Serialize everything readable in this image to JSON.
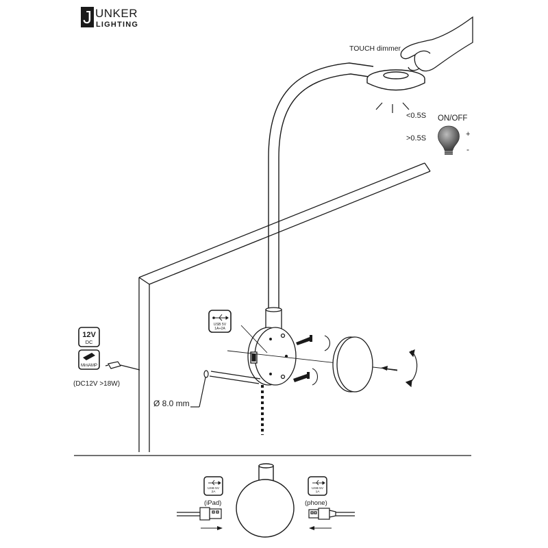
{
  "brand": {
    "letter": "J",
    "name_rest": "UNKER",
    "sub": "LIGHTING"
  },
  "dimmer": {
    "label": "TOUCH dimmer",
    "short_press": "<0.5S",
    "long_press": ">0.5S",
    "onoff": "ON/OFF",
    "plus": "+",
    "minus": "-"
  },
  "power": {
    "voltage": "12V",
    "current_type": "DC",
    "connector": "MiniAMP",
    "requirement": "(DC12V >18W)"
  },
  "drill": {
    "diameter": "Ø 8.0 mm"
  },
  "usb_main": {
    "line1": "USB 5V",
    "line2": "1A+2A"
  },
  "usb_left": {
    "line1": "USB 5V",
    "line2": "2A",
    "device": "(iPad)"
  },
  "usb_right": {
    "line1": "USB 5V",
    "line2": "1A",
    "device": "(phone)"
  },
  "icons": [
    "hand-icon",
    "bulb-icon",
    "usb-icon",
    "plug-icon",
    "rotate-arrow-icon"
  ]
}
